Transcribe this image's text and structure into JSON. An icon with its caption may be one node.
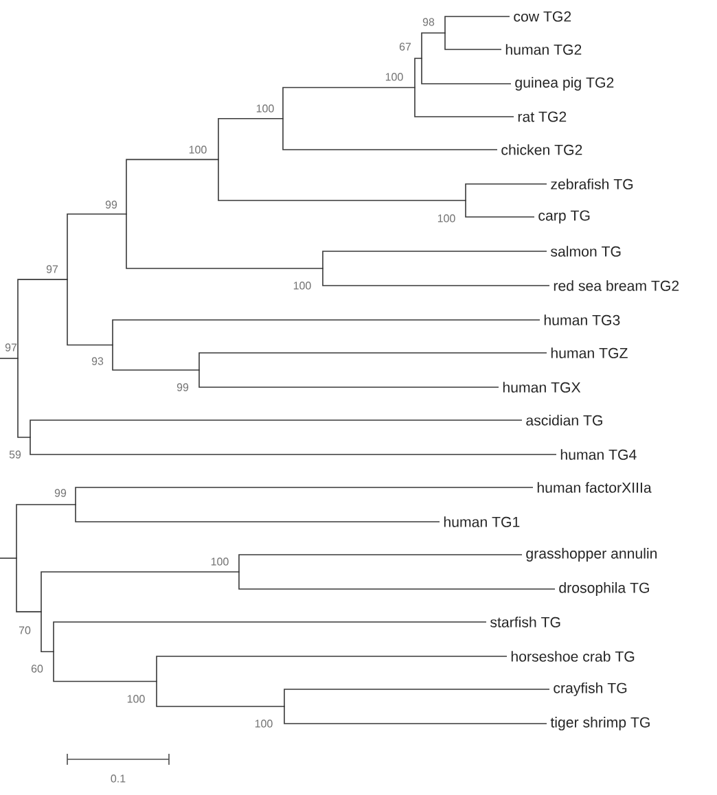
{
  "diagram": {
    "nodes": [
      {
        "text": [
          "cow TG2"
        ]
      },
      {
        "text": [
          "human TG2"
        ]
      },
      {
        "text": [
          "guinea pig TG2"
        ]
      },
      {
        "text": [
          "rat TG2"
        ]
      },
      {
        "text": [
          "chicken TG2"
        ]
      },
      {
        "text": [
          "zebrafish TG"
        ]
      },
      {
        "text": [
          "carp TG"
        ]
      },
      {
        "text": [
          "salmon TG"
        ]
      },
      {
        "text": [
          "red sea bream TG2"
        ]
      },
      {
        "text": [
          "human TG3"
        ]
      },
      {
        "text": [
          "human TGZ"
        ]
      },
      {
        "text": [
          "human TGX"
        ]
      },
      {
        "text": [
          "ascidian TG"
        ]
      },
      {
        "text": [
          "human TG4"
        ]
      },
      {
        "text": [
          "human factorXIIIa"
        ]
      },
      {
        "text": [
          "human TG1"
        ]
      },
      {
        "text": [
          "grasshopper annulin"
        ]
      },
      {
        "text": [
          "drosophila TG"
        ]
      },
      {
        "text": [
          "starfish TG"
        ]
      },
      {
        "text": [
          "horseshoe crab TG"
        ]
      },
      {
        "text": [
          "crayfish TG"
        ]
      },
      {
        "text": [
          "tiger shrimp TG"
        ]
      },
      {
        "text": [],
        "shape": "point",
        "beside": [
          "98"
        ]
      },
      {
        "text": [],
        "shape": "point",
        "beside": [
          "67"
        ]
      },
      {
        "text": [],
        "shape": "point",
        "beside": [
          "100"
        ]
      },
      {
        "text": [],
        "shape": "point",
        "beside": [
          "100"
        ]
      },
      {
        "text": [],
        "shape": "point",
        "beside": [
          "100"
        ]
      },
      {
        "text": [],
        "shape": "point",
        "beside": [
          "100"
        ]
      },
      {
        "text": [],
        "shape": "point",
        "beside": [
          "100"
        ]
      },
      {
        "text": [],
        "shape": "point",
        "beside": [
          "99"
        ]
      },
      {
        "text": [],
        "shape": "point",
        "beside": [
          "99"
        ]
      },
      {
        "text": [],
        "shape": "point",
        "beside": [
          "93"
        ]
      },
      {
        "text": [],
        "shape": "point",
        "beside": [
          "97"
        ]
      },
      {
        "text": [],
        "shape": "point",
        "beside": [
          "59"
        ]
      },
      {
        "text": [],
        "shape": "point",
        "beside": [
          "97"
        ]
      },
      {
        "text": [],
        "shape": "point",
        "beside": [
          "99"
        ]
      },
      {
        "text": [],
        "shape": "point",
        "beside": [
          "100"
        ]
      },
      {
        "text": [],
        "shape": "point",
        "beside": [
          "100"
        ]
      },
      {
        "text": [],
        "shape": "point",
        "beside": [
          "100"
        ]
      },
      {
        "text": [],
        "shape": "point",
        "beside": [
          "60"
        ]
      },
      {
        "text": [],
        "shape": "point",
        "beside": [
          "70"
        ]
      },
      {
        "text": [],
        "shape": "point"
      }
    ],
    "edges": [
      {
        "from": 22,
        "to": 0,
        "arrow": "none"
      },
      {
        "from": 22,
        "to": 1,
        "arrow": "none"
      },
      {
        "from": 23,
        "to": 22,
        "arrow": "none"
      },
      {
        "from": 23,
        "to": 2,
        "arrow": "none"
      },
      {
        "from": 24,
        "to": 23,
        "arrow": "none"
      },
      {
        "from": 24,
        "to": 3,
        "arrow": "none"
      },
      {
        "from": 25,
        "to": 24,
        "arrow": "none"
      },
      {
        "from": 25,
        "to": 4,
        "arrow": "none"
      },
      {
        "from": 26,
        "to": 5,
        "arrow": "none"
      },
      {
        "from": 26,
        "to": 6,
        "arrow": "none"
      },
      {
        "from": 27,
        "to": 25,
        "arrow": "none"
      },
      {
        "from": 27,
        "to": 26,
        "arrow": "none"
      },
      {
        "from": 28,
        "to": 7,
        "arrow": "none"
      },
      {
        "from": 28,
        "to": 8,
        "arrow": "none"
      },
      {
        "from": 29,
        "to": 27,
        "arrow": "none"
      },
      {
        "from": 29,
        "to": 28,
        "arrow": "none"
      },
      {
        "from": 30,
        "to": 10,
        "arrow": "none"
      },
      {
        "from": 30,
        "to": 11,
        "arrow": "none"
      },
      {
        "from": 31,
        "to": 9,
        "arrow": "none"
      },
      {
        "from": 31,
        "to": 30,
        "arrow": "none"
      },
      {
        "from": 32,
        "to": 29,
        "arrow": "none"
      },
      {
        "from": 32,
        "to": 31,
        "arrow": "none"
      },
      {
        "from": 33,
        "to": 12,
        "arrow": "none"
      },
      {
        "from": 33,
        "to": 13,
        "arrow": "none"
      },
      {
        "from": 34,
        "to": 32,
        "arrow": "none"
      },
      {
        "from": 34,
        "to": 33,
        "arrow": "none"
      },
      {
        "from": 35,
        "to": 14,
        "arrow": "none"
      },
      {
        "from": 35,
        "to": 15,
        "arrow": "none"
      },
      {
        "from": 36,
        "to": 16,
        "arrow": "none"
      },
      {
        "from": 36,
        "to": 17,
        "arrow": "none"
      },
      {
        "from": 37,
        "to": 20,
        "arrow": "none"
      },
      {
        "from": 37,
        "to": 21,
        "arrow": "none"
      },
      {
        "from": 38,
        "to": 19,
        "arrow": "none"
      },
      {
        "from": 38,
        "to": 37,
        "arrow": "none"
      },
      {
        "from": 39,
        "to": 18,
        "arrow": "none"
      },
      {
        "from": 39,
        "to": 38,
        "arrow": "none"
      },
      {
        "from": 40,
        "to": 36,
        "arrow": "none"
      },
      {
        "from": 40,
        "to": 39,
        "arrow": "none"
      },
      {
        "from": 41,
        "to": 35,
        "arrow": "none"
      },
      {
        "from": 41,
        "to": 40,
        "arrow": "none"
      },
      {
        "from": null,
        "to": 34,
        "arrow": "none"
      },
      {
        "from": null,
        "to": 41,
        "arrow": "none"
      }
    ],
    "labels": [
      "0.1"
    ]
  }
}
